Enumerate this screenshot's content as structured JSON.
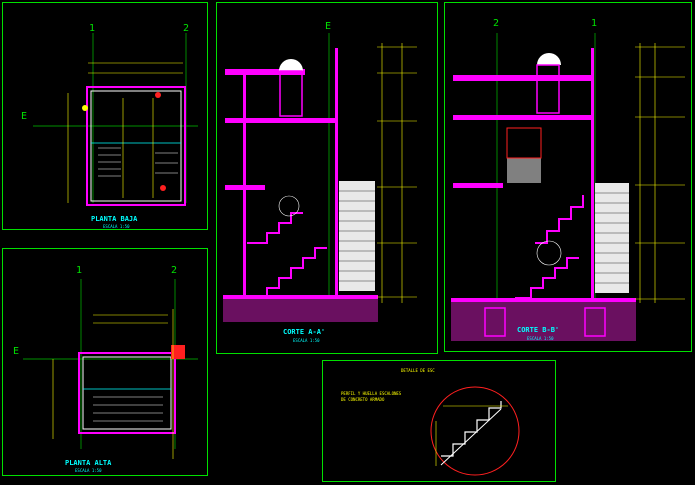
{
  "panels": {
    "planta_baja": {
      "title": "PLANTA BAJA",
      "scale": "ESCALA 1:50",
      "axis_a": "1",
      "axis_b": "2",
      "axis_e": "E"
    },
    "planta_alta": {
      "title": "PLANTA ALTA",
      "scale": "ESCALA 1:50",
      "axis_a": "1",
      "axis_b": "2",
      "axis_e": "E"
    },
    "corte_aa": {
      "title": "CORTE A-A'",
      "scale": "ESCALA 1:50",
      "axis": "E"
    },
    "corte_bb": {
      "title": "CORTE B-B'",
      "scale": "ESCALA 1:50",
      "axis_a": "2",
      "axis_b": "1"
    },
    "detalle": {
      "title": "DETALLE DE ESC",
      "note_line1": "PERFIL Y HUELLA ESCALONES",
      "note_line2": "DE CONCRETO ARMADO"
    }
  },
  "colors": {
    "frame": "#00e000",
    "wall": "#ff00ff",
    "dim": "#ffff00",
    "cyan": "#00ffff",
    "red": "#ff2020",
    "white": "#ffffff"
  }
}
